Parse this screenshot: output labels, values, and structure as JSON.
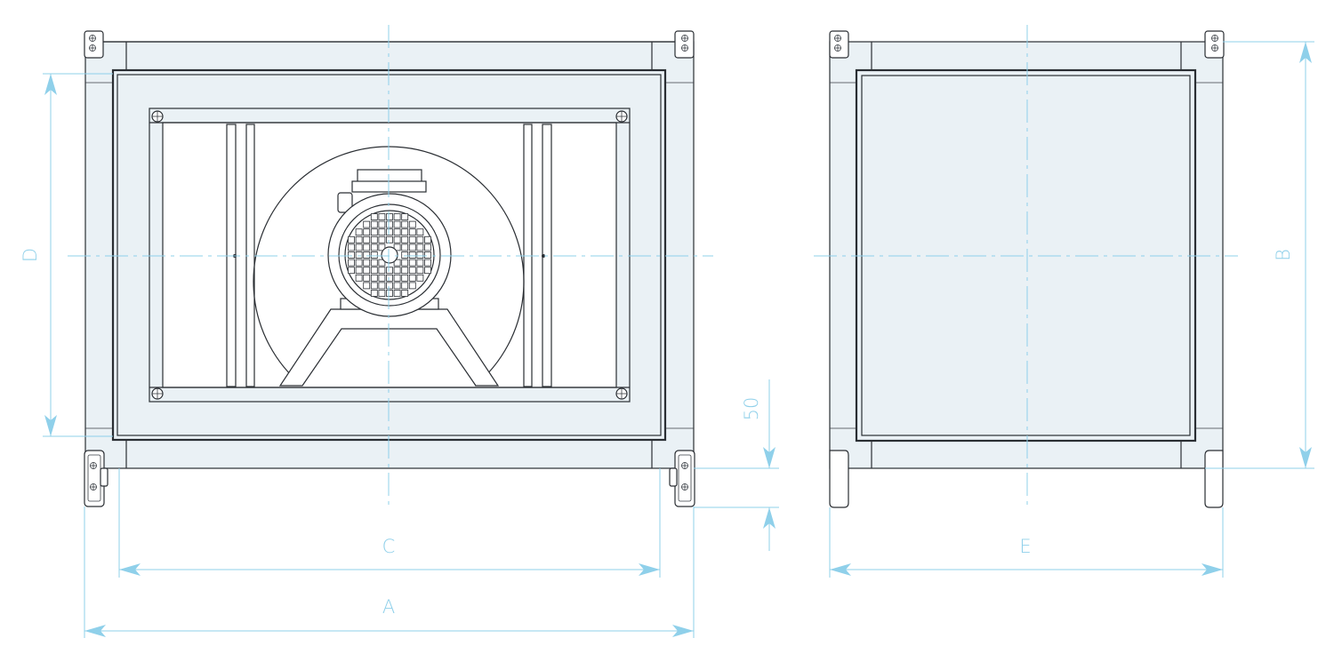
{
  "dimensions": {
    "A": "A",
    "B": "B",
    "C": "C",
    "D": "D",
    "E": "E",
    "fifty": "50"
  },
  "colors": {
    "dimension_line": "#8fd0ea",
    "outline": "#2a2e33",
    "panel_fill": "#eaf1f5"
  }
}
